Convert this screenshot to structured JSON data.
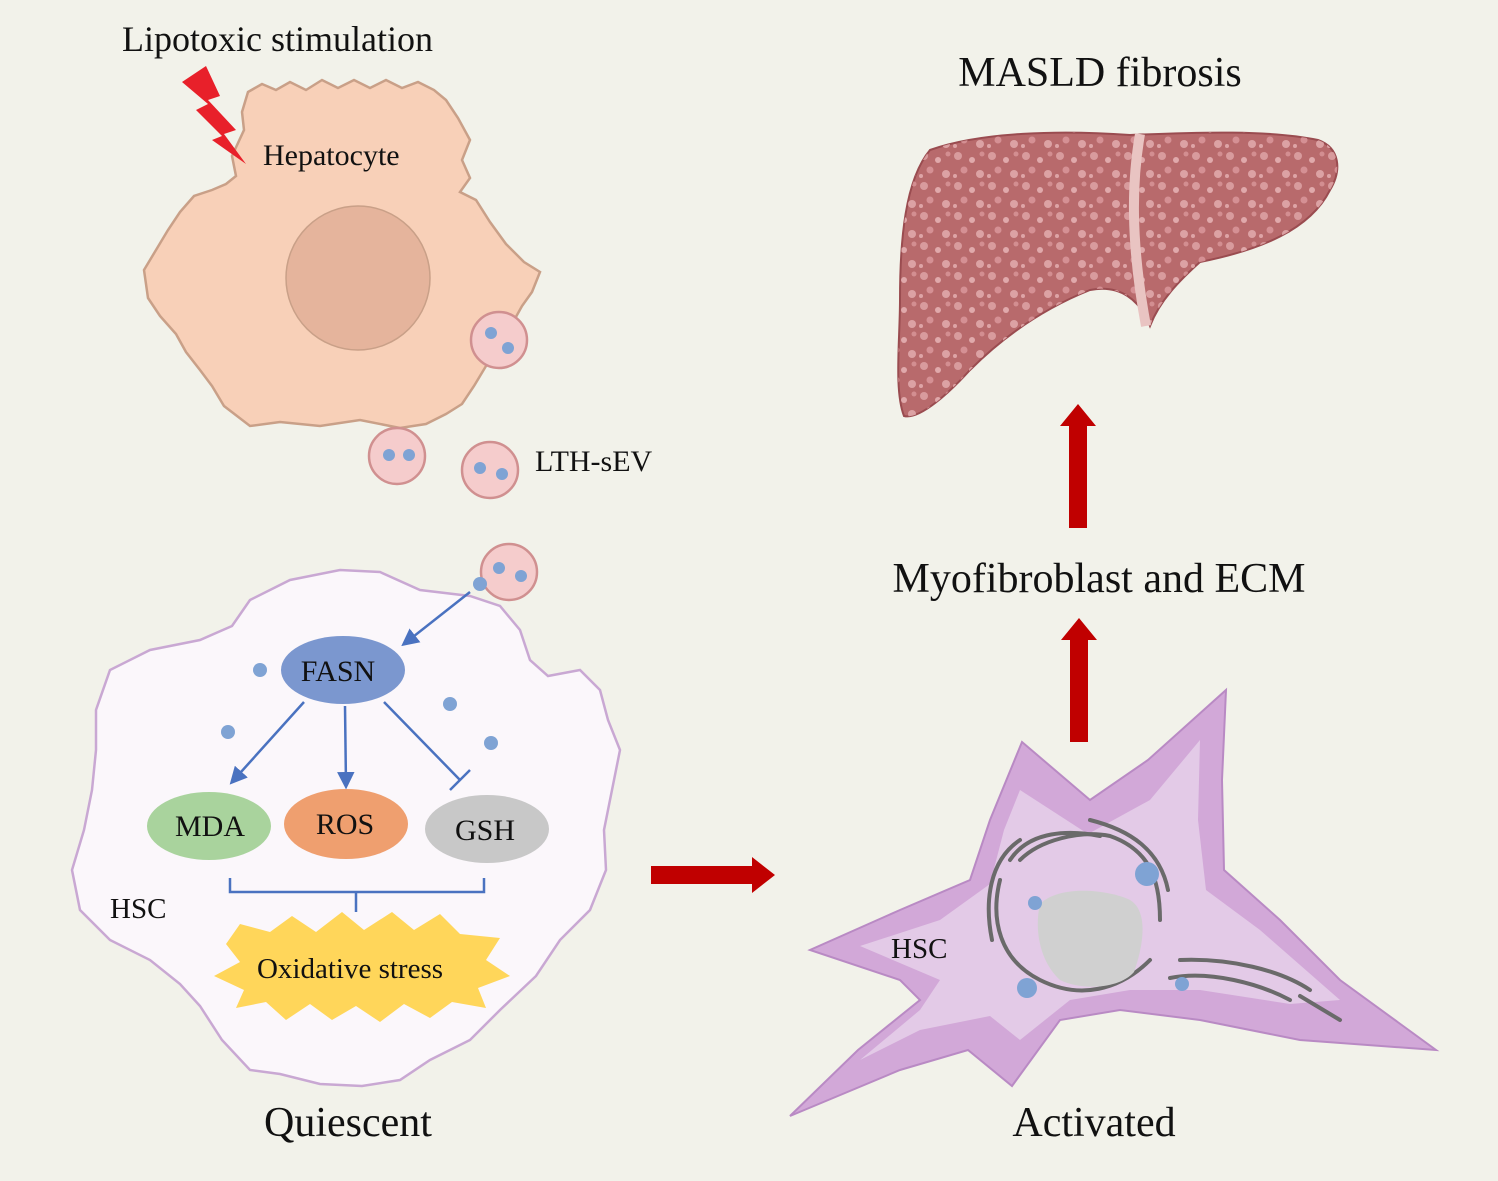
{
  "labels": {
    "lipotoxic": "Lipotoxic stimulation",
    "hepatocyte": "Hepatocyte",
    "lth_sev": "LTH-sEV",
    "fasn": "FASN",
    "mda": "MDA",
    "ros": "ROS",
    "gsh": "GSH",
    "hsc_quiescent": "HSC",
    "oxidative_stress": "Oxidative stress",
    "quiescent": "Quiescent",
    "hsc_activated": "HSC",
    "activated": "Activated",
    "myofibroblast": "Myofibroblast and ECM",
    "masld": "MASLD fibrosis"
  },
  "colors": {
    "background": "#f2f2ea",
    "hepatocyte_fill": "#f8d0b8",
    "hepatocyte_stroke": "#c9a088",
    "nucleus": "#e5b49c",
    "vesicle_fill": "#f5cccc",
    "vesicle_stroke": "#d09090",
    "cargo_dot": "#7fa3d4",
    "hsc_quiescent_fill": "#fbf7fb",
    "hsc_quiescent_stroke": "#c9a8d3",
    "fasn": "#7b97cf",
    "mda": "#a9d39d",
    "ros": "#ef9f6f",
    "gsh": "#c8c8c8",
    "oxidative_stress": "#ffd65a",
    "arrow_blue": "#4a72c0",
    "arrow_red": "#c00000",
    "lightning": "#e8202a",
    "hsc_activated_fill": "#d2a8d8",
    "liver": "#b86a6c"
  }
}
